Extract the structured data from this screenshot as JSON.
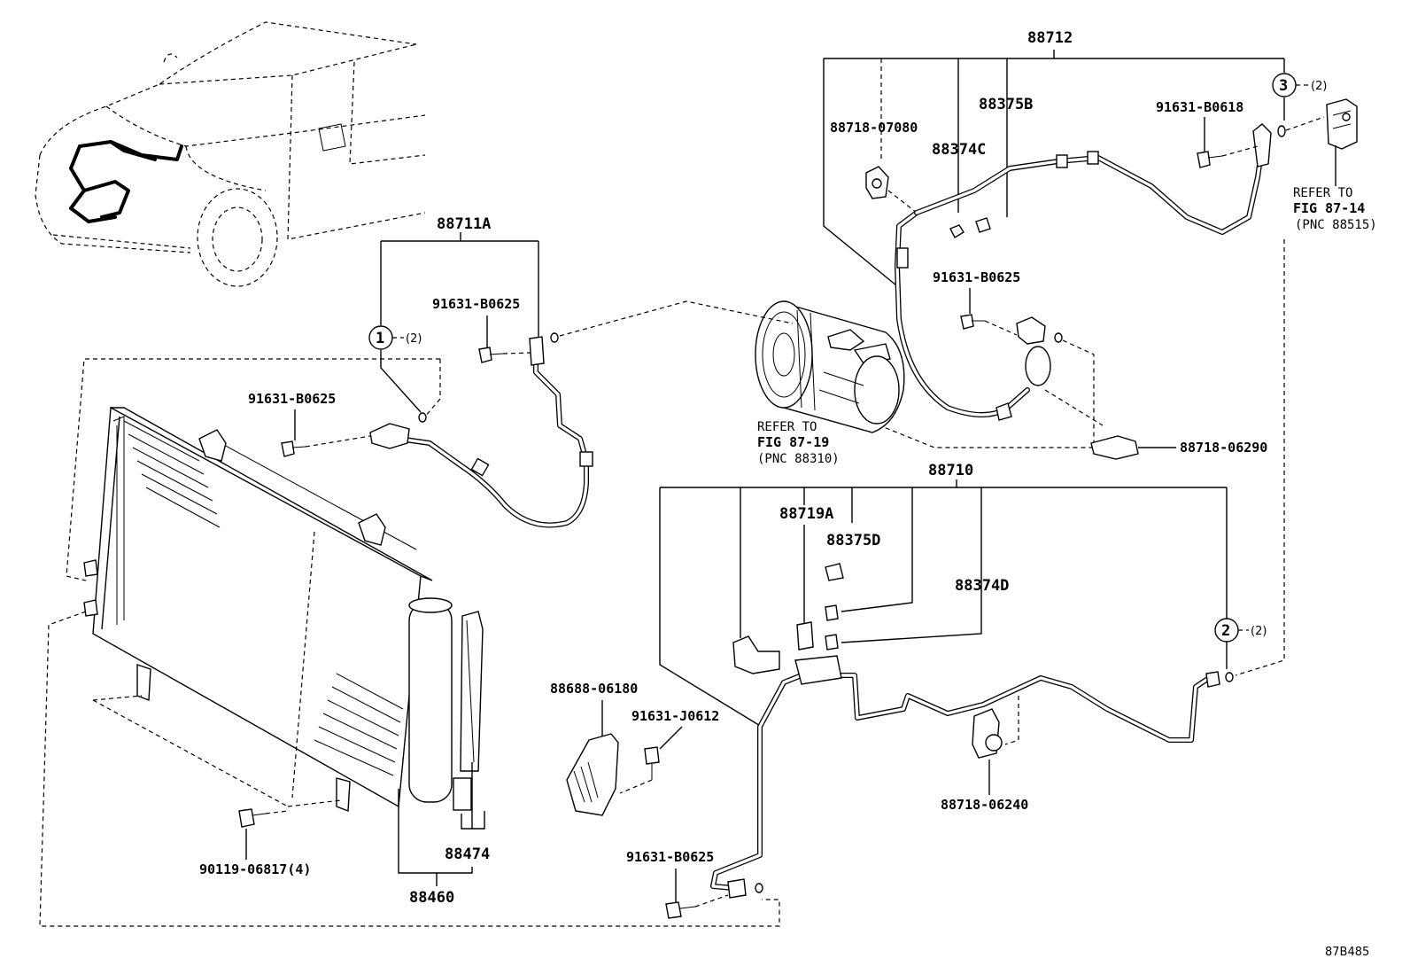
{
  "figure_code": "87B485",
  "groups": {
    "g88712": "88712",
    "g88711a": "88711A",
    "g88710": "88710",
    "g88474": "88474",
    "g88460": "88460"
  },
  "parts": {
    "p88718_07080": "88718-07080",
    "p88375b": "88375B",
    "p88374c": "88374C",
    "p91631_b0618": "91631-B0618",
    "p91631_b0625_upper": "91631-B0625",
    "p91631_b0625_mid": "91631-B0625",
    "p91631_b0625_left": "91631-B0625",
    "p91631_b0625_bottom": "91631-B0625",
    "p88718_06290": "88718-06290",
    "p88719a": "88719A",
    "p88375d": "88375D",
    "p88374d": "88374D",
    "p88688_06180": "88688-06180",
    "p91631_j0612": "91631-J0612",
    "p88718_06240": "88718-06240",
    "p90119_06817": "90119-06817(4)"
  },
  "callouts": {
    "c1": {
      "num": "1",
      "qty": "(2)"
    },
    "c2": {
      "num": "2",
      "qty": "(2)"
    },
    "c3": {
      "num": "3",
      "qty": "(2)"
    }
  },
  "references": {
    "compressor": {
      "line1": "REFER TO",
      "line2": "FIG 87-19",
      "line3": "(PNC 88310)"
    },
    "valve": {
      "line1": "REFER TO",
      "line2": "FIG 87-14",
      "line3": "(PNC 88515)"
    }
  },
  "icons": [
    "vehicle-outline-icon",
    "compressor-icon",
    "condenser-icon",
    "receiver-dryer-icon",
    "expansion-valve-icon",
    "bolt-icon",
    "o-ring-icon",
    "clamp-icon",
    "pressure-switch-icon",
    "valve-cap-icon",
    "bracket-icon"
  ]
}
